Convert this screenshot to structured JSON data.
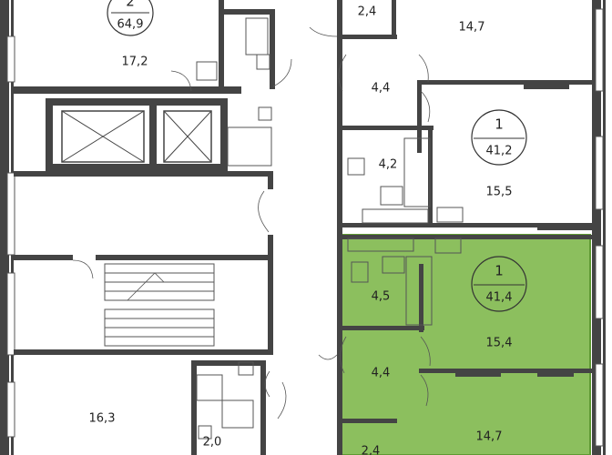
{
  "colors": {
    "highlight_fill": "#8cbf5e",
    "highlight_stroke": "#5f9a33",
    "wall": "#444444"
  },
  "rooms": {
    "top_left_room": "17,2",
    "top_small_room": "2,4",
    "top_right_room": "14,7",
    "hall_upper_right": "4,4",
    "bath_upper_right": "4,2",
    "room_upper_right": "15,5",
    "bath_highlighted": "4,5",
    "room_highlighted": "15,4",
    "hall_highlighted": "4,4",
    "room_bottom_right": "14,7",
    "bottom_small_room_partial": "2,4",
    "bottom_left_room": "16,3",
    "bottom_wc": "2,0"
  },
  "badges": {
    "apt_top_left": {
      "number": "2",
      "area": "64,9"
    },
    "apt_upper_right": {
      "number": "1",
      "area": "41,2"
    },
    "apt_highlighted": {
      "number": "1",
      "area": "41,4"
    }
  }
}
